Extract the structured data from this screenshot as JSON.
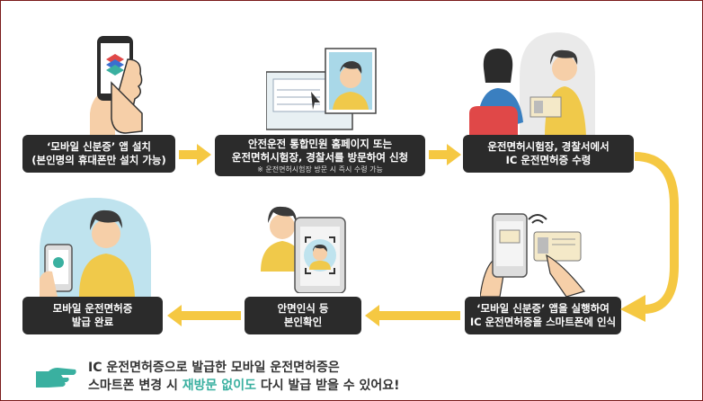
{
  "steps": [
    {
      "line1": "‘모바일 신분증’ 앱 설치",
      "line2": "(본인명의 휴대폰만 설치 가능)"
    },
    {
      "line1": "안전운전 통합민원 홈페이지 또는",
      "line2": "운전면허시험장, 경찰서를 방문하여 신청",
      "note": "※ 운전면허시험장 방문 시 즉시 수령 가능"
    },
    {
      "line1": "운전면허시험장, 경찰서에서",
      "line2": "IC 운전면허증 수령"
    },
    {
      "line1": "‘모바일 신분증’ 앱을 실행하여",
      "line2": "IC 운전면허증을 스마트폰에 인식"
    },
    {
      "line1": "안면인식 등",
      "line2": "본인확인"
    },
    {
      "line1": "모바일 운전면허증",
      "line2": "발급 완료"
    }
  ],
  "footer": {
    "line1": "IC 운전면허증으로 발급한 모바일 운전면허증은",
    "line2_pre": "스마트폰 변경 시 ",
    "line2_hl": "재방문 없이도",
    "line2_post": " 다시 발급 받을 수 있어요!"
  },
  "colors": {
    "box": "#2b2b2b",
    "arrow": "#f5c842",
    "accent": "#3ab0a0",
    "skin": "#f6cfa8",
    "hair": "#3a3a3a",
    "shirt": "#f0c94a"
  },
  "icons": [
    "phone-app-icon",
    "computer-monitor-icon",
    "pointing-hand-icon"
  ]
}
